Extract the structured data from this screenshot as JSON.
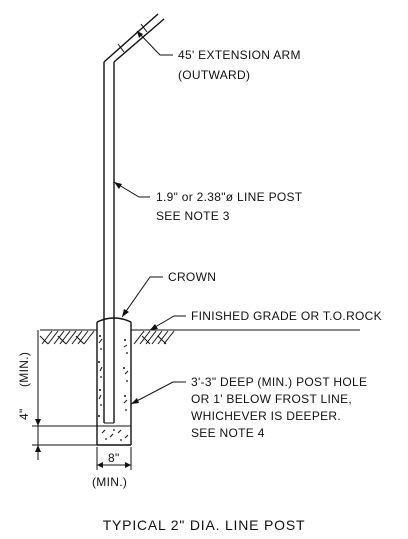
{
  "labels": {
    "extension_arm_line1": "45' EXTENSION ARM",
    "extension_arm_line2": "(OUTWARD)",
    "line_post_line1": "1.9\" or 2.38\"ø LINE POST",
    "line_post_line2": "SEE NOTE 3",
    "crown": "CROWN",
    "finished_grade": "FINISHED GRADE OR T.O.ROCK",
    "post_hole_line1": "3'-3\" DEEP (MIN.) POST HOLE",
    "post_hole_line2": "OR 1' BELOW FROST LINE,",
    "post_hole_line3": "WHICHEVER IS DEEPER.",
    "post_hole_line4": "SEE NOTE 4"
  },
  "dimensions": {
    "depth_value": "4\"",
    "depth_qualifier": "(MIN.)",
    "width_value": "8\"",
    "width_qualifier": "(MIN.)"
  },
  "title": "TYPICAL 2\" DIA. LINE POST",
  "colors": {
    "ink": "#111111",
    "background": "#ffffff"
  }
}
